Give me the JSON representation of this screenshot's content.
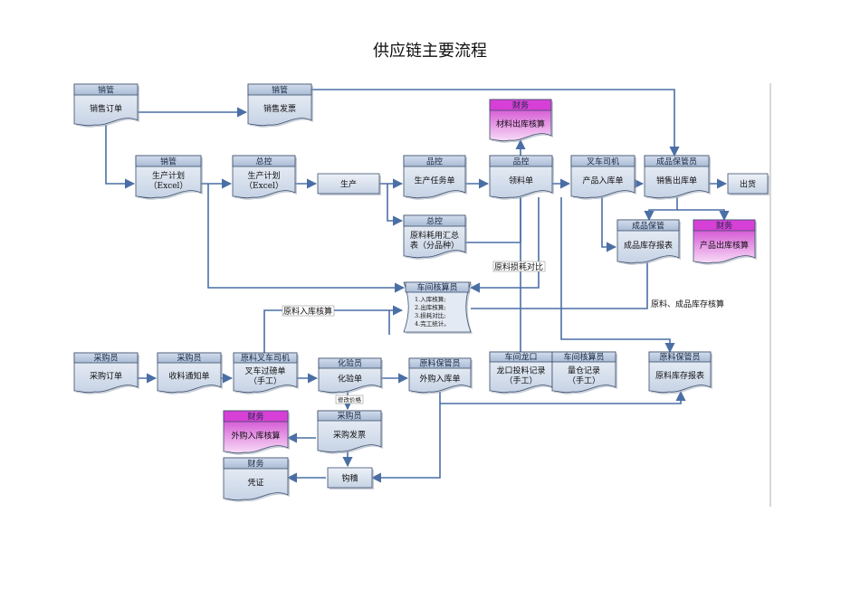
{
  "title": "供应链主要流程",
  "colors": {
    "line": "#4a6fa5",
    "header": "#b9c8dd",
    "body": "#dfe6f0",
    "finance_top": "#d24fd3",
    "finance_bottom": "#f6d3f4",
    "outline": "#3c4f6b"
  },
  "nodes": {
    "sales_order": {
      "header": "销管",
      "lines": [
        "销售订单"
      ]
    },
    "sales_invoice": {
      "header": "销管",
      "lines": [
        "销售发票"
      ]
    },
    "finance_material_out": {
      "header": "财务",
      "lines": [
        "材料出库核算"
      ]
    },
    "prod_plan_sales": {
      "header": "销管",
      "lines": [
        "生产计划",
        "（Excel）"
      ]
    },
    "prod_plan_gm": {
      "header": "总控",
      "lines": [
        "生产计划",
        "（Excel）"
      ]
    },
    "production": {
      "lines": [
        "生产"
      ]
    },
    "task_order": {
      "header": "品控",
      "lines": [
        "生产任务单"
      ]
    },
    "pick_order": {
      "header": "品控",
      "lines": [
        "领料单"
      ]
    },
    "product_in": {
      "header": "叉车司机",
      "lines": [
        "产品入库单"
      ]
    },
    "sales_out": {
      "header": "成品保管员",
      "lines": [
        "销售出库单"
      ]
    },
    "ship": {
      "lines": [
        "出货"
      ]
    },
    "material_summary": {
      "header": "总控",
      "lines": [
        "原料耗用汇总",
        "表（分品种）"
      ]
    },
    "product_stock": {
      "header": "成品保管",
      "lines": [
        "成品库存报表"
      ]
    },
    "finance_product_out": {
      "header": "财务",
      "lines": [
        "产品出库核算"
      ]
    },
    "workshop_acct": {
      "header": "车间核算员",
      "lines": [
        "1.入库核算;",
        "2.出库核算;",
        "3.损耗对比;",
        "4.完工统计。"
      ]
    },
    "purchase_order": {
      "header": "采购员",
      "lines": [
        "采购订单"
      ]
    },
    "receive_notice": {
      "header": "采购员",
      "lines": [
        "收料通知单"
      ]
    },
    "weigh_slip": {
      "header": "原料叉车司机",
      "lines": [
        "叉车过磅单",
        "（手工）"
      ]
    },
    "lab_sheet": {
      "header": "化验员",
      "lines": [
        "化验单"
      ]
    },
    "purchase_in": {
      "header": "原料保管员",
      "lines": [
        "外购入库单"
      ]
    },
    "dragon_feed": {
      "header": "车间龙口",
      "lines": [
        "龙口投料记录",
        "（手工）"
      ]
    },
    "measure_log": {
      "header": "车间核算员",
      "lines": [
        "量仓记录",
        "（手工）"
      ]
    },
    "raw_stock": {
      "header": "原料保管员",
      "lines": [
        "原料库存报表"
      ]
    },
    "finance_purchase_in": {
      "header": "财务",
      "lines": [
        "外购入库核算"
      ]
    },
    "purchase_invoice": {
      "header": "采购员",
      "lines": [
        "采购发票"
      ]
    },
    "voucher": {
      "header": "财务",
      "lines": [
        "凭证"
      ]
    },
    "reconcile": {
      "lines": [
        "钩稽"
      ]
    }
  },
  "labels": {
    "loss_compare": "原料损耗对比",
    "raw_in_calc": "原料入库核算",
    "stock_calc": "原料、成品库存核算",
    "modify_price": "修改价格"
  }
}
